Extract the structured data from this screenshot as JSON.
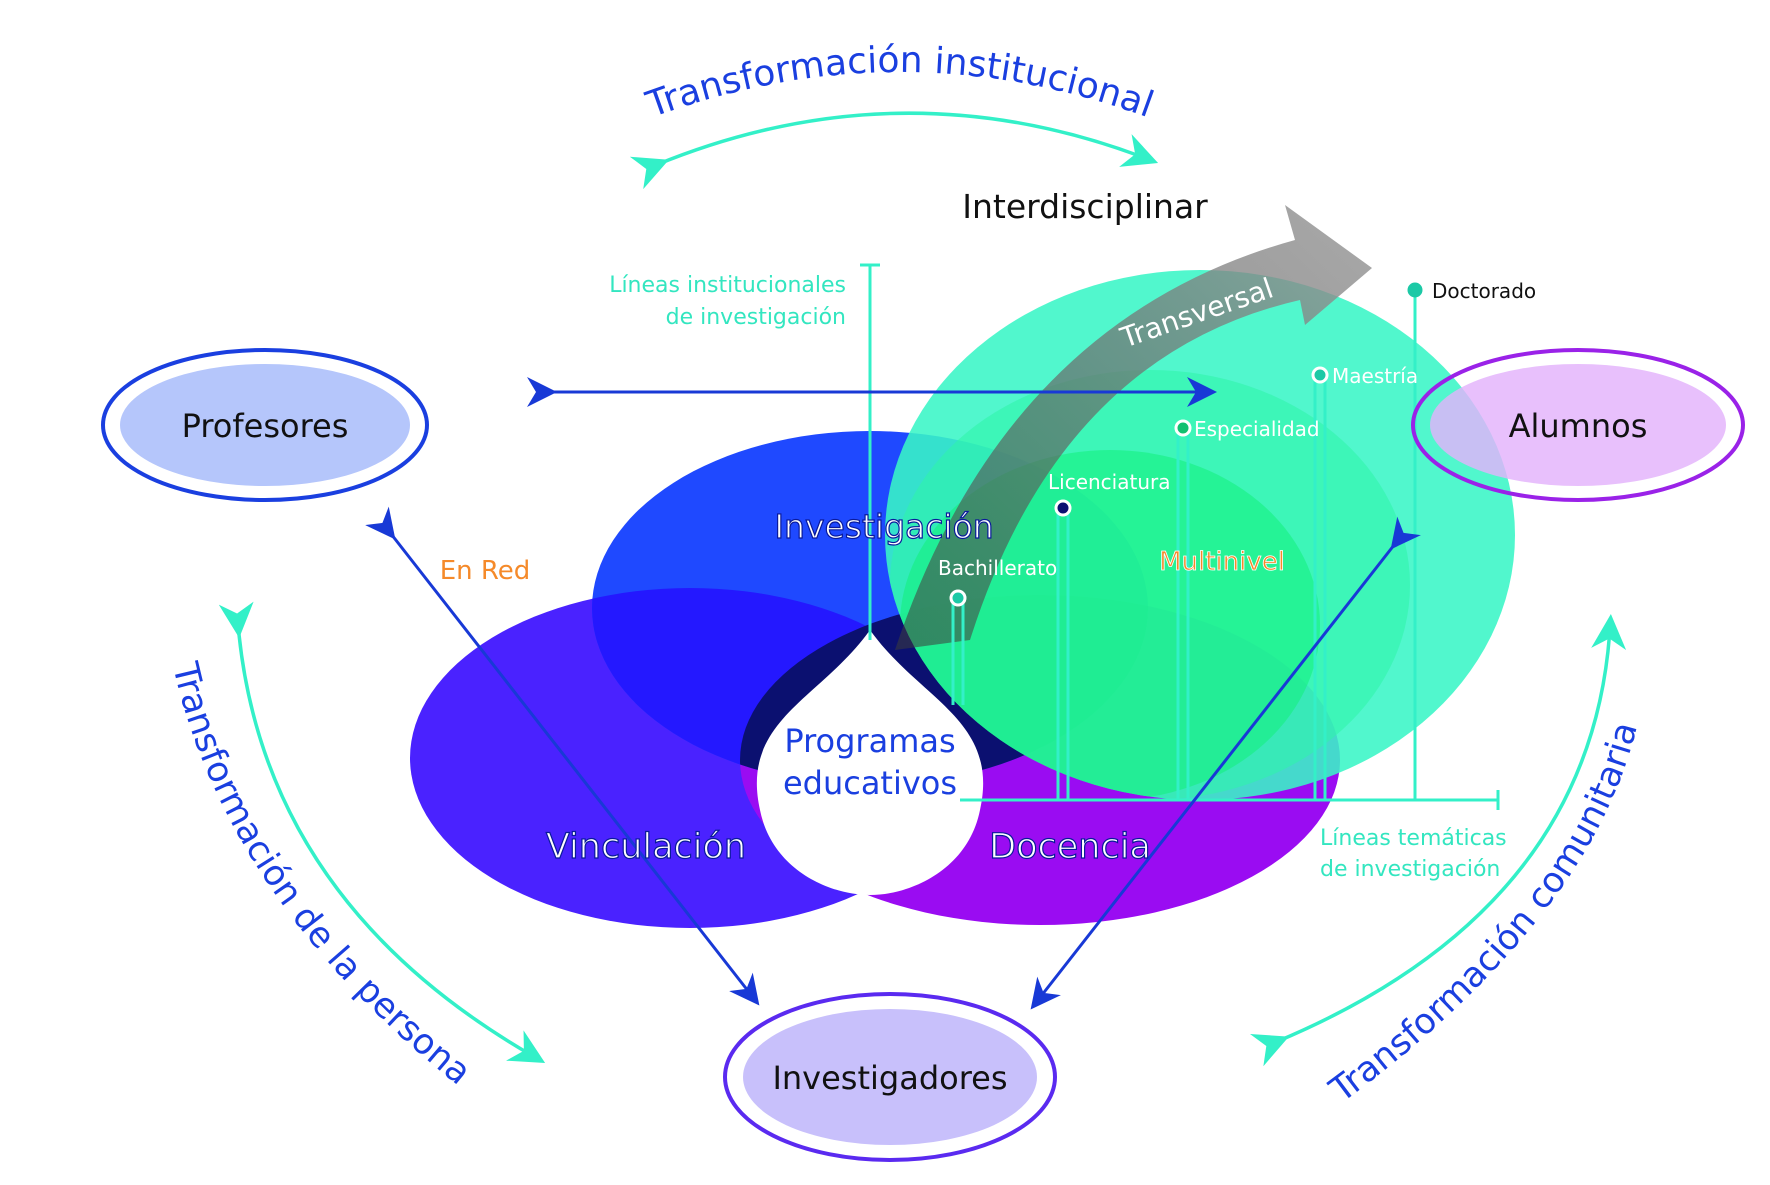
{
  "arcs": {
    "top": "Transformación institucional",
    "left": "Transformación de la persona",
    "right": "Transformación comunitaria"
  },
  "arrow": {
    "interdisciplinar": "Interdisciplinar",
    "transversal": "Transversal"
  },
  "axes": {
    "vertical_label_1": "Líneas institucionales",
    "vertical_label_2": "de investigación",
    "horizontal_label_1": "Líneas temáticas",
    "horizontal_label_2": "de investigación"
  },
  "levels": {
    "bachillerato": "Bachillerato",
    "licenciatura": "Licenciatura",
    "especialidad": "Especialidad",
    "maestria": "Maestría",
    "doctorado": "Doctorado"
  },
  "venn": {
    "investigacion": "Investigación",
    "vinculacion": "Vinculación",
    "docencia": "Docencia",
    "center_1": "Programas",
    "center_2": "educativos"
  },
  "labels": {
    "en_red": "En Red",
    "multinivel": "Multinivel"
  },
  "actors": {
    "profesores": "Profesores",
    "alumnos": "Alumnos",
    "investigadores": "Investigadores"
  },
  "colors": {
    "arc_teal": "#33f0c8",
    "text_blue": "#1a3fe0",
    "investigacion_fill": "#1f49ff",
    "vinculacion_fill": "#4a22ff",
    "docencia_fill": "#9a0cf2",
    "overlap_dark": "#0b1070",
    "teal_fill": "#39f6c6",
    "green_fill": "#12f07a",
    "orange": "#f58a2a",
    "profesores_fill": "#b5c6fb",
    "alumnos_fill": "#e3b2fb",
    "investigadores_fill": "#c8c0fb"
  }
}
